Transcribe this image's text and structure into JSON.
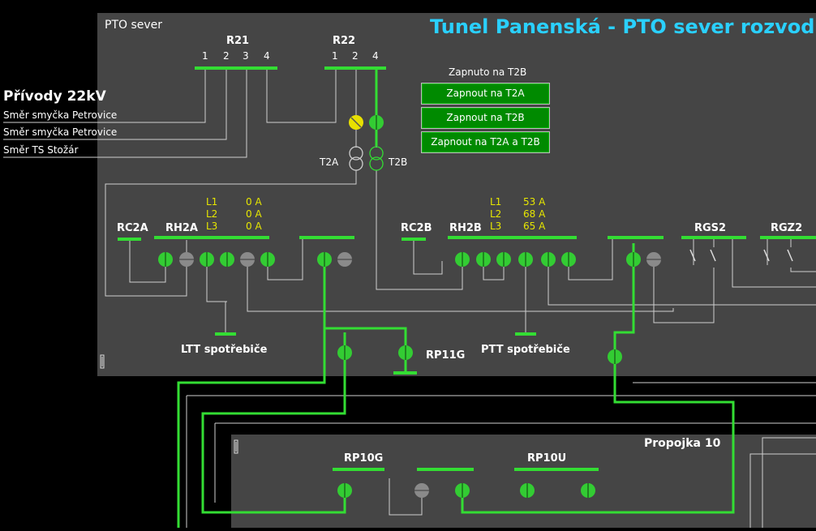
{
  "title": "Tunel Panenská - PTO sever rozvodna",
  "panels": {
    "main": "PTO sever",
    "lower": "Propojka 10"
  },
  "feeders": {
    "heading": "Přívody 22kV",
    "items": [
      "Směr smyčka Petrovice",
      "Směr smyčka Petrovice",
      "Směr TS Stožár"
    ]
  },
  "r21": {
    "label": "R21",
    "ports": [
      "1",
      "2",
      "3",
      "4"
    ]
  },
  "r22": {
    "label": "R22",
    "ports": [
      "1",
      "2",
      "4"
    ]
  },
  "transformers": {
    "t2a": "T2A",
    "t2b": "T2B"
  },
  "switching": {
    "status": "Zapnuto na T2B",
    "buttons": [
      "Zapnout na T2A",
      "Zapnout na T2B",
      "Zapnout na T2A a T2B"
    ]
  },
  "buses": {
    "rc2a": "RC2A",
    "rh2a": "RH2A",
    "rc2b": "RC2B",
    "rh2b": "RH2B",
    "rgs2": "RGS2",
    "rgz2": "RGZ2",
    "rp11g": "RP11G",
    "rp10g": "RP10G",
    "rp10u": "RP10U"
  },
  "loads": {
    "ltt": "LTT spotřebiče",
    "ptt": "PTT spotřebiče"
  },
  "currents_a": {
    "phases": [
      "L1",
      "L2",
      "L3"
    ],
    "values": [
      "0 A",
      "0 A",
      "0 A"
    ]
  },
  "currents_b": {
    "phases": [
      "L1",
      "L2",
      "L3"
    ],
    "values": [
      "53 A",
      "68 A",
      "65 A"
    ]
  },
  "colors": {
    "bus_active": "#33dd33",
    "breaker_on": "#33cc33",
    "breaker_off": "#8a8a8a",
    "breaker_alarm": "#e8e000",
    "title": "#2ad0ff",
    "panel": "#454545",
    "phase_text": "#e6e600"
  }
}
